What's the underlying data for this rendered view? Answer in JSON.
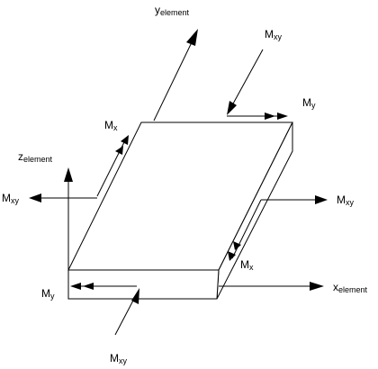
{
  "labels": {
    "y_axis": {
      "main": "y",
      "sub": "element"
    },
    "z_axis": {
      "main": "z",
      "sub": "element"
    },
    "x_axis": {
      "main": "x",
      "sub": "element"
    },
    "mxy_top": {
      "main": "M",
      "sub": "xy"
    },
    "my_top": {
      "main": "M",
      "sub": "y"
    },
    "mx_top": {
      "main": "M",
      "sub": "x"
    },
    "mxy_left": {
      "main": "M",
      "sub": "xy"
    },
    "mxy_right": {
      "main": "M",
      "sub": "xy"
    },
    "mx_right": {
      "main": "M",
      "sub": "x"
    },
    "my_bottom": {
      "main": "M",
      "sub": "y"
    },
    "mxy_bottom": {
      "main": "M",
      "sub": "xy"
    }
  }
}
